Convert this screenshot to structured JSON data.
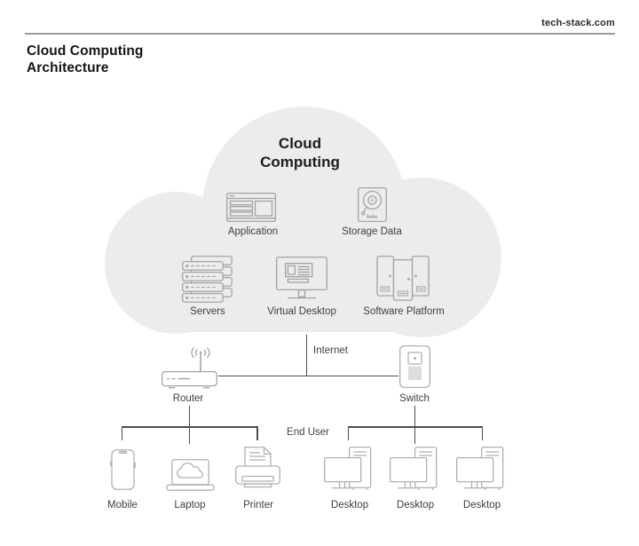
{
  "header": {
    "site": "tech-stack.com",
    "title_line1": "Cloud Computing",
    "title_line2": "Architecture"
  },
  "cloud": {
    "title_line1": "Cloud",
    "title_line2": "Computing",
    "nodes": [
      {
        "label": "Application"
      },
      {
        "label": "Storage Data"
      },
      {
        "label": "Servers"
      },
      {
        "label": "Virtual Desktop"
      },
      {
        "label": "Software Platform"
      }
    ]
  },
  "network": {
    "internet_label": "Internet",
    "router_label": "Router",
    "switch_label": "Switch",
    "end_user_label": "End User"
  },
  "devices": {
    "router_side": [
      "Mobile",
      "Laptop",
      "Printer"
    ],
    "switch_side": [
      "Desktop",
      "Desktop",
      "Desktop"
    ]
  },
  "icons": [
    "application-window-icon",
    "hard-drive-icon",
    "server-stack-icon",
    "virtual-desktop-monitor-icon",
    "software-platform-cabinets-icon",
    "wifi-router-icon",
    "network-switch-icon",
    "smartphone-icon",
    "laptop-cloud-icon",
    "printer-icon",
    "desktop-computer-icon"
  ],
  "colors": {
    "cloud_fill": "#ececec",
    "cloud_icon_stroke": "#a3a3a3",
    "device_icon_stroke": "#b0b0b0",
    "connector": "#4d4d4d",
    "label_text": "#3e3e3e",
    "header_rule": "#9b9b9b"
  }
}
